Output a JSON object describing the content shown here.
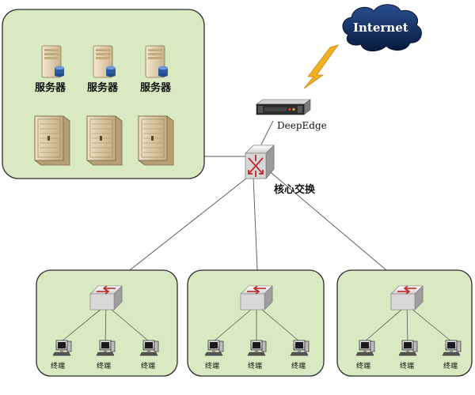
{
  "internet": {
    "label": "Internet",
    "color": "#0d2a5e"
  },
  "gateway": {
    "label": "DeepEdge"
  },
  "core_switch": {
    "label": "核心交换"
  },
  "server_zone": {
    "servers": [
      {
        "label": "服务器"
      },
      {
        "label": "服务器"
      },
      {
        "label": "服务器"
      }
    ],
    "racks": 3
  },
  "access_zones": [
    {
      "terminals": [
        {
          "label": "终端"
        },
        {
          "label": "终端"
        },
        {
          "label": "终端"
        }
      ]
    },
    {
      "terminals": [
        {
          "label": "终端"
        },
        {
          "label": "终端"
        },
        {
          "label": "终端"
        }
      ]
    },
    {
      "terminals": [
        {
          "label": "终端"
        },
        {
          "label": "终端"
        },
        {
          "label": "终端"
        }
      ]
    }
  ],
  "colors": {
    "zone_fill": "#d9eac2",
    "zone_stroke": "#2b2b2b",
    "line": "#555555",
    "bolt": "#f2b01e",
    "switch_red": "#c0282c"
  }
}
